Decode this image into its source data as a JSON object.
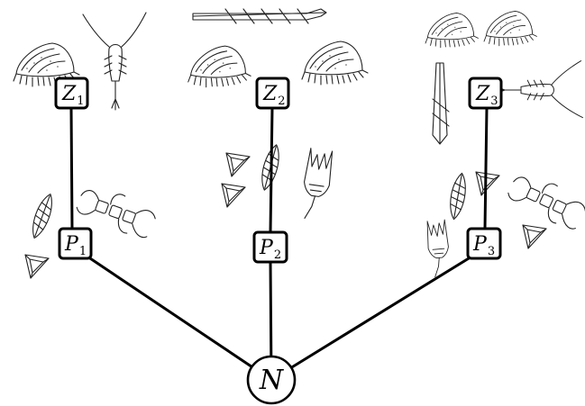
{
  "nodes": {
    "z1": {
      "letter": "Z",
      "sub": "1"
    },
    "z2": {
      "letter": "Z",
      "sub": "2"
    },
    "z3": {
      "letter": "Z",
      "sub": "3"
    },
    "p1": {
      "letter": "P",
      "sub": "1"
    },
    "p2": {
      "letter": "P",
      "sub": "2"
    },
    "p3": {
      "letter": "P",
      "sub": "3"
    },
    "n": {
      "letter": "N"
    }
  },
  "edges": [
    [
      "n",
      "p1"
    ],
    [
      "n",
      "p2"
    ],
    [
      "n",
      "p3"
    ],
    [
      "p1",
      "z1"
    ],
    [
      "p2",
      "z2"
    ],
    [
      "p3",
      "z3"
    ]
  ],
  "illustrations": [
    "ciliate-icon",
    "copepod-icon",
    "diatom-chain-icon",
    "pennate-diatom-icon",
    "triangular-diatom-icon",
    "dinoflagellate-icon"
  ]
}
